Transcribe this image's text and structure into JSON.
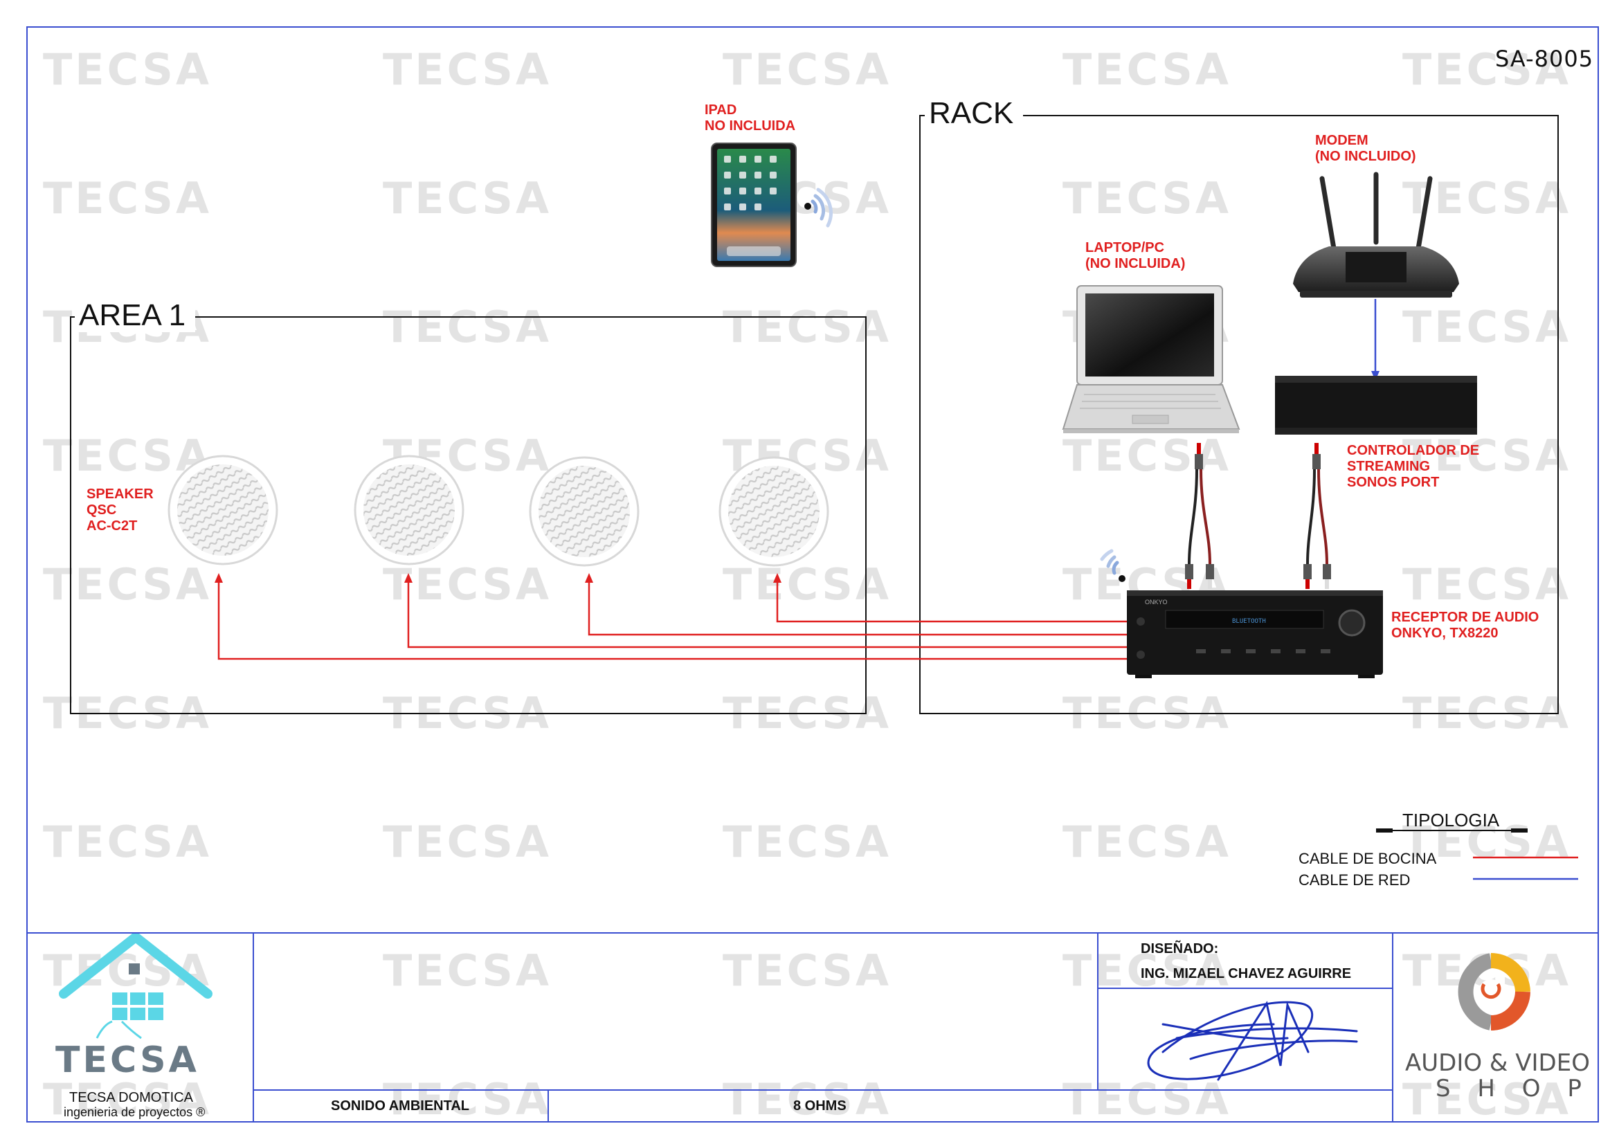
{
  "watermark": "TECSA",
  "code": "SA-8005",
  "areas": {
    "area1": "AREA 1",
    "rack": "RACK"
  },
  "devices": {
    "ipad": [
      "IPAD",
      "NO INCLUIDA"
    ],
    "modem": [
      "MODEM",
      "(NO INCLUIDO)"
    ],
    "laptop": [
      "LAPTOP/PC",
      "(NO INCLUIDA)"
    ],
    "streaming": [
      "CONTROLADOR DE",
      "STREAMING",
      "SONOS PORT"
    ],
    "receiver": [
      "RECEPTOR DE AUDIO",
      "ONKYO, TX8220"
    ],
    "speaker": [
      "SPEAKER",
      "QSC",
      "AC-C2T"
    ],
    "receiver_brand": "ONKYO",
    "receiver_display": "BLUETOOTH"
  },
  "legend": {
    "title": "TIPOLOGIA",
    "items": [
      {
        "label": "CABLE DE BOCINA",
        "color": "#e02020"
      },
      {
        "label": "CABLE DE RED",
        "color": "#3a4ed0"
      }
    ]
  },
  "title_block": {
    "company": "TECSA",
    "company_line1": "TECSA DOMOTICA",
    "company_line2": "ingenieria de proyectos ®",
    "designed_label": "DISEÑADO:",
    "designer": "ING. MIZAEL CHAVEZ AGUIRRE",
    "system": "SONIDO AMBIENTAL",
    "impedance": "8  OHMS",
    "shop_line1": "AUDIO & VIDEO",
    "shop_line2": "S H O P"
  },
  "colors": {
    "speaker_cable": "#e02020",
    "network_cable": "#3a4ed0",
    "frame": "#3a4ed0",
    "label_red": "#e02020"
  }
}
